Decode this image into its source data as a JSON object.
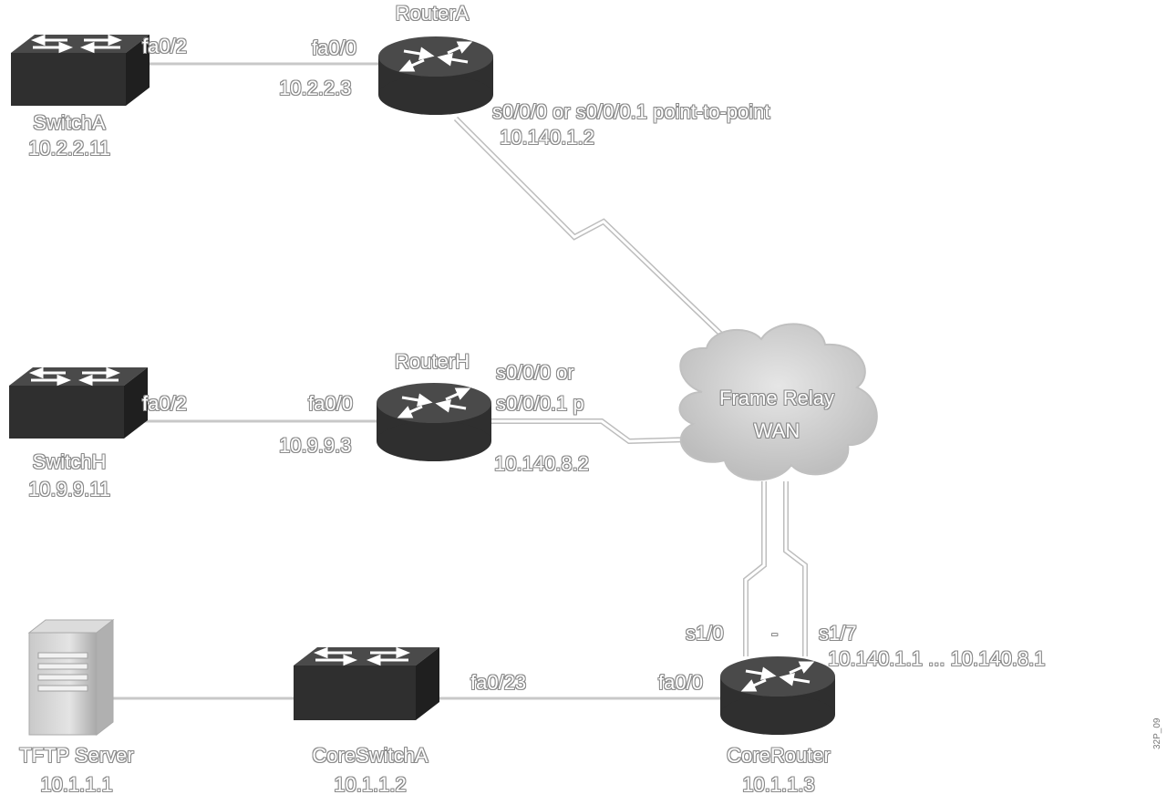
{
  "colors": {
    "device_dark": "#2f2f2f",
    "device_top": "#4a4a4a",
    "link": "#c8c8c8",
    "label_fill": "#ffffff",
    "label_outline": "#8a8a8a",
    "cloud": "#d4d4d4"
  },
  "icons": {
    "router": "router-icon",
    "switch": "switch-icon",
    "server": "server-icon",
    "cloud": "frame-relay-cloud-icon"
  },
  "devices": {
    "switch_a": {
      "name": "SwitchA",
      "ip": "10.2.2.11",
      "port": "fa0/2"
    },
    "router_a": {
      "name": "RouterA",
      "lan_port": "fa0/0",
      "lan_ip": "10.2.2.3",
      "wan_port": "s0/0/0 or s0/0/0.1 point-to-point",
      "wan_ip": "10.140.1.2"
    },
    "switch_h": {
      "name": "SwitchH",
      "ip": "10.9.9.11",
      "port": "fa0/2"
    },
    "router_h": {
      "name": "RouterH",
      "lan_port": "fa0/0",
      "lan_ip": "10.9.9.3",
      "wan_port_line1": "s0/0/0 or",
      "wan_port_line2": "s0/0/0.1 p",
      "wan_ip": "10.140.8.2"
    },
    "cloud": {
      "line1": "Frame Relay",
      "line2": "WAN"
    },
    "tftp": {
      "name": "TFTP Server",
      "ip": "10.1.1.1"
    },
    "core_switch": {
      "name": "CoreSwitchA",
      "ip": "10.1.1.2",
      "port": "fa0/23"
    },
    "core_router": {
      "name": "CoreRouter",
      "ip": "10.1.1.3",
      "lan_port": "fa0/0",
      "wan_port_left": "s1/0",
      "wan_port_dot": "-",
      "wan_port_right": "s1/7",
      "wan_ips": "10.140.1.1 ... 10.140.8.1"
    }
  },
  "figure_id": "32P_09"
}
